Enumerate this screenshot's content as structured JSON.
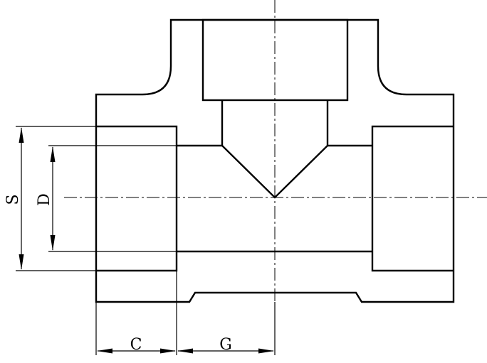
{
  "labels": {
    "S": "S",
    "D": "D",
    "C": "C",
    "G": "G"
  },
  "colors": {
    "line": "#000000",
    "background": "#ffffff"
  }
}
